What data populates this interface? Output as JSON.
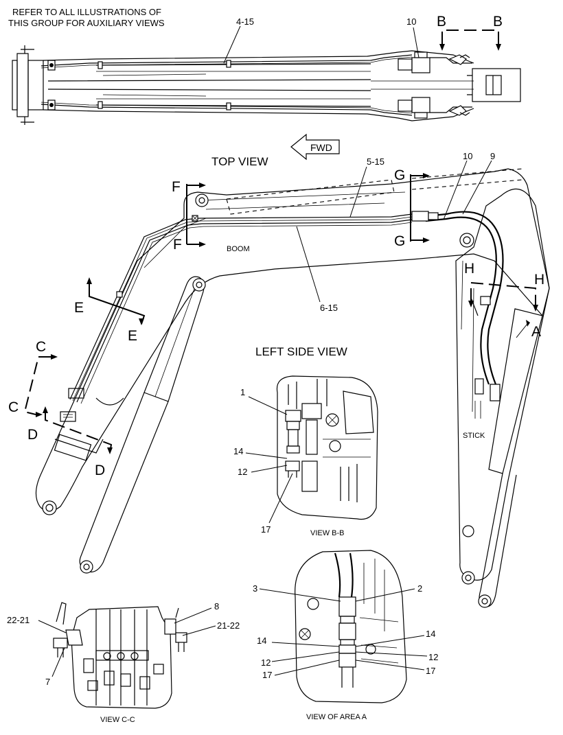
{
  "note": {
    "line1": "REFER TO ALL ILLUSTRATIONS OF",
    "line2": "THIS GROUP FOR AUXILIARY VIEWS"
  },
  "views": {
    "top_view": "TOP VIEW",
    "left_side_view": "LEFT SIDE VIEW",
    "view_bb": "VIEW B-B",
    "view_cc": "VIEW C-C",
    "view_area_a": "VIEW OF AREA A"
  },
  "labels": {
    "fwd": "FWD",
    "boom": "BOOM",
    "stick": "STICK"
  },
  "callouts": {
    "top_4_15": "4-15",
    "top_10": "10",
    "side_5_15": "5-15",
    "side_6_15": "6-15",
    "side_10": "10",
    "side_9": "9",
    "bb_1": "1",
    "bb_14": "14",
    "bb_12": "12",
    "bb_17": "17",
    "cc_22_21": "22-21",
    "cc_7": "7",
    "cc_8": "8",
    "cc_21_22": "21-22",
    "a_3": "3",
    "a_2": "2",
    "a_14_left": "14",
    "a_14_right": "14",
    "a_12_left": "12",
    "a_12_right": "12",
    "a_17_left": "17",
    "a_17_right": "17"
  },
  "sections": {
    "b1": "B",
    "b2": "B",
    "f1": "F",
    "f2": "F",
    "g1": "G",
    "g2": "G",
    "e1": "E",
    "e2": "E",
    "c1": "C",
    "c2": "C",
    "d1": "D",
    "d2": "D",
    "h1": "H",
    "h2": "H",
    "a": "A"
  }
}
